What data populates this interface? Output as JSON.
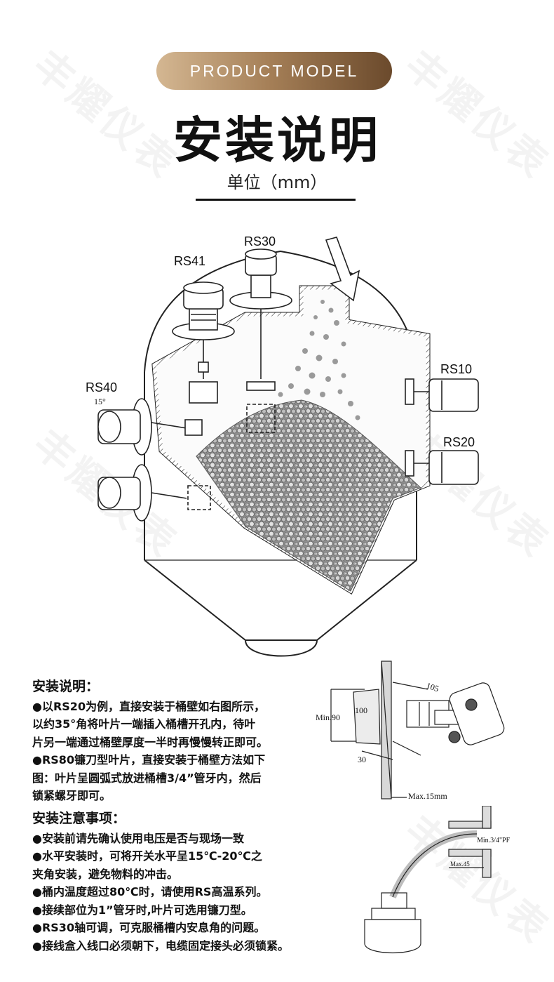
{
  "watermark": "丰耀仪表",
  "header": {
    "pill_label": "PRODUCT MODEL",
    "title": "安装说明",
    "unit": "单位（mm）"
  },
  "main_diagram": {
    "labels": {
      "rs41": "RS41",
      "rs30": "RS30",
      "rs40": "RS40",
      "rs10": "RS10",
      "rs20": "RS20",
      "angle": "15°"
    }
  },
  "install_notes": {
    "heading": "安装说明：",
    "lines": [
      "●以RS20为例，直接安装于桶壁如右图所示，",
      "以约35°角将叶片一端插入桶槽开孔内，待叶",
      "片另一端通过桶壁厚度一半时再慢慢转正即可。",
      "●RS80镰刀型叶片，直接安装于桶壁方法如下",
      "图：叶片呈圆弧式放进桶槽3/4”管牙内，然后",
      "锁紧螺牙即可。"
    ]
  },
  "precautions": {
    "heading": "安装注意事项：",
    "lines": [
      "●安装前请先确认使用电压是否与现场一致",
      "●水平安装时，可将开关水平呈15℃-20℃之",
      "夹角安装，避免物料的冲击。",
      "●桶内温度超过80℃时，请使用RS高温系列。",
      "●接续部位为1”管牙时,叶片可选用镰刀型。",
      "●RS30轴可调，可克服桶槽内安息角的问题。",
      "●接线盒入线口必须朝下，电缆固定接头必须锁紧。"
    ]
  },
  "side_diagram": {
    "labels": {
      "d105": "105",
      "d100": "100",
      "min90": "Min.90",
      "d30": "30",
      "max15": "Max.15mm"
    }
  },
  "bottom_diagram": {
    "labels": {
      "min34": "Min.3/4\"PF",
      "max45": "Max.45"
    }
  }
}
